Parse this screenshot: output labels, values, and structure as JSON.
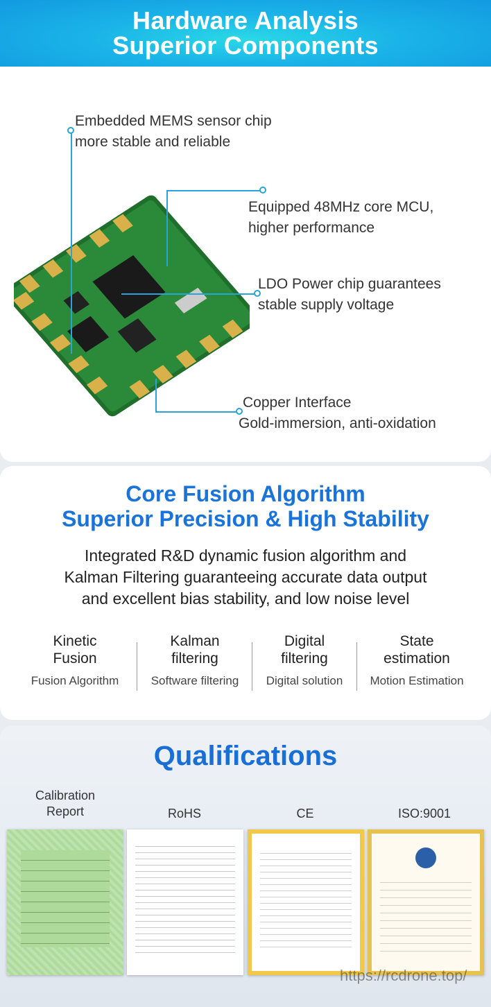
{
  "banner": {
    "line1": "Hardware Analysis",
    "line2": "Superior Components"
  },
  "hardware": {
    "callouts": [
      {
        "line1": "Embedded MEMS sensor chip",
        "line2": "more stable and reliable"
      },
      {
        "line1": "Equipped 48MHz core MCU,",
        "line2": "higher performance"
      },
      {
        "line1": "LDO Power chip guarantees",
        "line2": "stable supply voltage"
      },
      {
        "line1": "Copper Interface",
        "line2": "Gold-immersion, anti-oxidation"
      }
    ],
    "accent": "#2aa3d6"
  },
  "algorithm": {
    "title1": "Core Fusion Algorithm",
    "title2": "Superior Precision & High Stability",
    "desc1": "Integrated R&D dynamic fusion algorithm and",
    "desc2": "Kalman Filtering guaranteeing accurate data output",
    "desc3": "and excellent bias stability, and low noise level",
    "features": [
      {
        "t1": "Kinetic",
        "t2": "Fusion",
        "sub": "Fusion Algorithm"
      },
      {
        "t1": "Kalman",
        "t2": "filtering",
        "sub": "Software filtering"
      },
      {
        "t1": "Digital",
        "t2": "filtering",
        "sub": "Digital solution"
      },
      {
        "t1": "State",
        "t2": "estimation",
        "sub": "Motion Estimation"
      }
    ],
    "accent": "#1a73d9"
  },
  "qualifications": {
    "title": "Qualifications",
    "items": [
      {
        "l1": "Calibration",
        "l2": "Report"
      },
      {
        "l1": "RoHS",
        "l2": ""
      },
      {
        "l1": "CE",
        "l2": ""
      },
      {
        "l1": "ISO:9001",
        "l2": ""
      }
    ]
  },
  "watermark": "https://rcdrone.top/"
}
